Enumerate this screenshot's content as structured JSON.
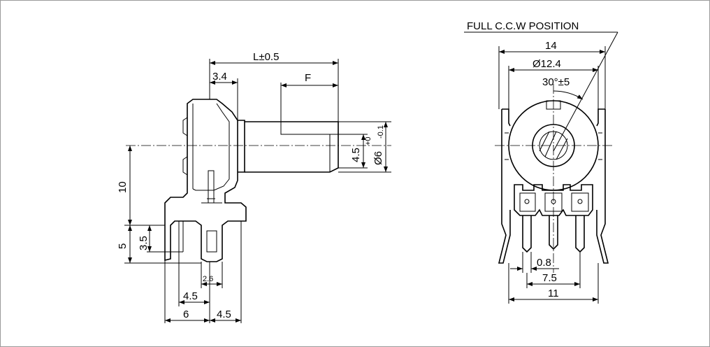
{
  "side_view": {
    "dim_length": "L±0.5",
    "dim_3_4": "3.4",
    "dim_F": "F",
    "dim_4_5_shaft": "4.5",
    "dim_dia6": "Ø6",
    "dim_tol_plus": "+0",
    "dim_tol_minus": "-0.1",
    "dim_10": "10",
    "dim_5": "5",
    "dim_3_5": "3.5",
    "dim_2_6": "2.6",
    "dim_4_5_lower": "4.5",
    "dim_6": "6",
    "dim_4_5_bottom": "4.5"
  },
  "front_view": {
    "note": "FULL C.C.W POSITION",
    "dim_14": "14",
    "dim_dia12_4": "Ø12.4",
    "dim_angle": "30°±5",
    "dim_0_8": "0.8",
    "dim_7_5": "7.5",
    "dim_11": "11"
  }
}
